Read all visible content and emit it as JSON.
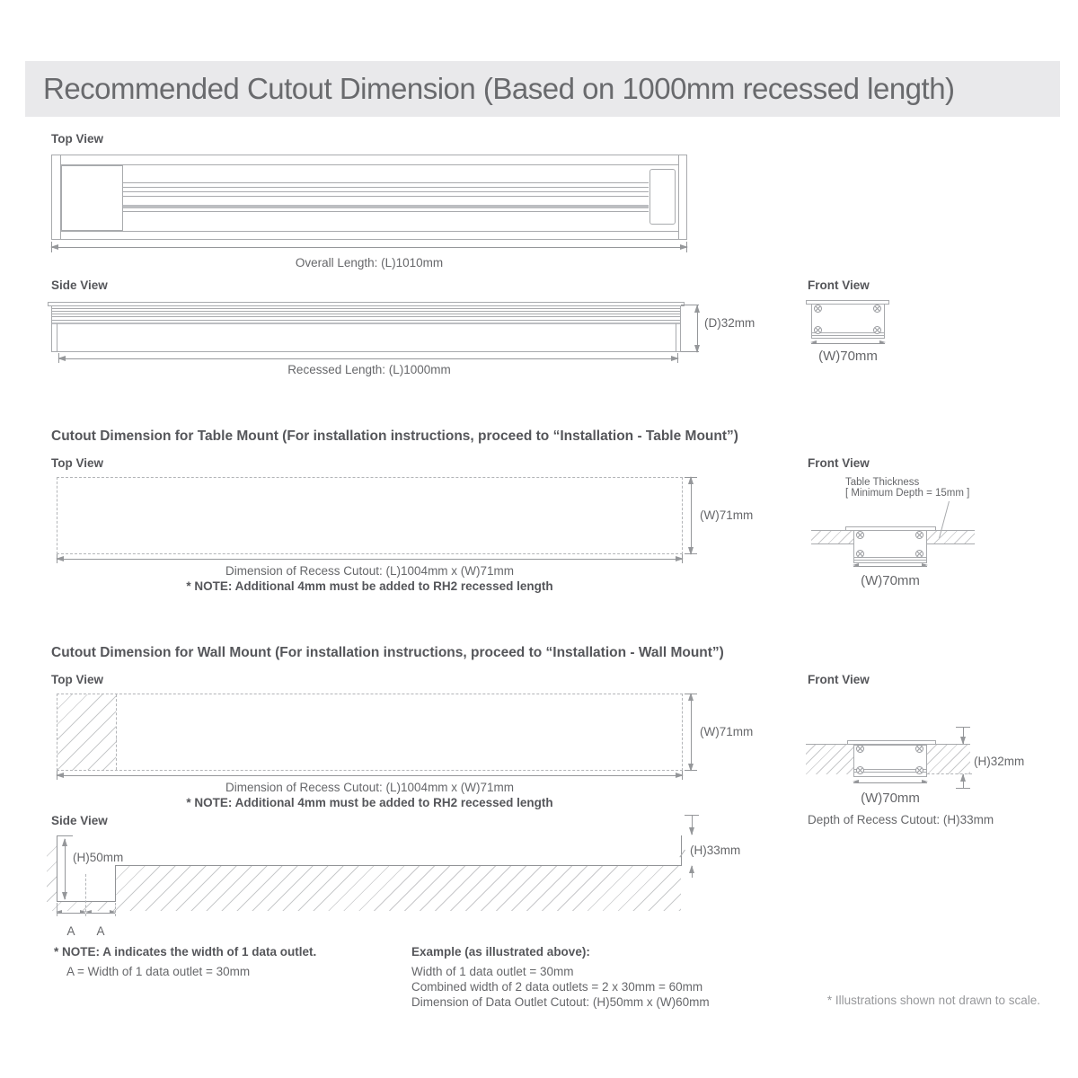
{
  "page": {
    "title": "Recommended Cutout Dimension (Based on 1000mm recessed length)",
    "footnote": "* Illustrations shown not drawn to scale."
  },
  "overall": {
    "top_view_label": "Top View",
    "side_view_label": "Side View",
    "front_view_label": "Front View",
    "overall_length": "Overall Length: (L)1010mm",
    "recessed_length": "Recessed Length: (L)1000mm",
    "depth": "(D)32mm",
    "front_width": "(W)70mm"
  },
  "table_mount": {
    "heading": "Cutout Dimension for Table Mount (For installation instructions, proceed to “Installation - Table Mount”)",
    "top_view_label": "Top View",
    "front_view_label": "Front View",
    "width": "(W)71mm",
    "cutout_dimension": "Dimension of Recess Cutout: (L)1004mm x (W)71mm",
    "note": "* NOTE: Additional 4mm must be added to RH2 recessed length",
    "thickness_line1": "Table Thickness",
    "thickness_line2": "[ Minimum Depth = 15mm ]",
    "front_width": "(W)70mm"
  },
  "wall_mount": {
    "heading": "Cutout Dimension for Wall Mount (For installation instructions, proceed to “Installation - Wall Mount”)",
    "top_view_label": "Top View",
    "front_view_label": "Front View",
    "side_view_label": "Side View",
    "width": "(W)71mm",
    "cutout_dimension": "Dimension of Recess Cutout: (L)1004mm x (W)71mm",
    "note": "* NOTE: Additional 4mm must be added to RH2 recessed length",
    "front_height": "(H)32mm",
    "front_width": "(W)70mm",
    "depth_caption": "Depth of Recess Cutout: (H)33mm",
    "side_left_height": "(H)50mm",
    "side_right_height": "(H)33mm",
    "a1": "A",
    "a2": "A"
  },
  "notes": {
    "outlet_note": "* NOTE: A indicates the width of 1 data outlet.",
    "outlet_width": "A = Width of 1 data outlet = 30mm",
    "example_heading": "Example (as illustrated above):",
    "example_line1": "Width of 1 data outlet = 30mm",
    "example_line2": "Combined width of 2 data outlets = 2 x 30mm = 60mm",
    "example_line3": "Dimension of Data Outlet Cutout: (H)50mm x (W)60mm"
  },
  "colors": {
    "header_bg": "#e9e9eb",
    "text": "#66676a",
    "heading_text": "#55565a",
    "line": "#a8aaad",
    "dimension": "#95979a",
    "hatch": "#c8c9cb"
  }
}
